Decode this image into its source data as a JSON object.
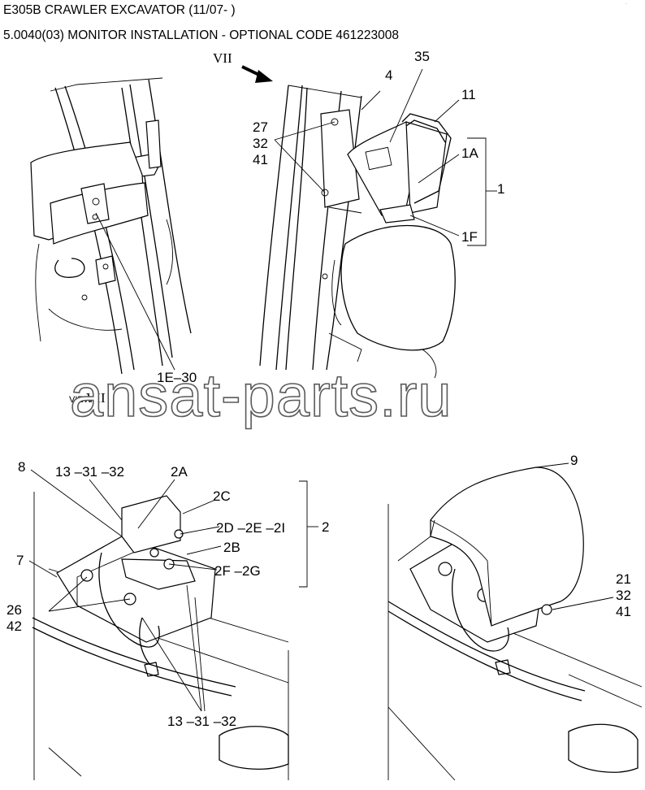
{
  "header": {
    "title": "E305B CRAWLER EXCAVATOR (11/07- )",
    "subtitle": "5.0040(03) MONITOR INSTALLATION - OPTIONAL CODE 461223008",
    "corner_mark": "·"
  },
  "watermark": "ansat-parts.ru",
  "view": {
    "view_mark": "VII",
    "view_caption_prefix": "VIEW",
    "view_caption": "VII"
  },
  "callouts": {
    "c35": "35",
    "c4": "4",
    "c11": "11",
    "c27": "27",
    "c32a": "32",
    "c41a": "41",
    "c1A": "1A",
    "c1": "1",
    "c1F": "1F",
    "c1E30": "1E–30",
    "c8": "8",
    "c13_31_32_top": "13 –31 –32",
    "c2A": "2A",
    "c2C": "2C",
    "c2D2E2I": "2D –2E –2I",
    "c2": "2",
    "c2B": "2B",
    "c2F2G": "2F –2G",
    "c7": "7",
    "c26": "26",
    "c42": "42",
    "c13_31_32_bottom": "13 –31 –32",
    "c9": "9",
    "c21": "21",
    "c32b": "32",
    "c41b": "41"
  }
}
